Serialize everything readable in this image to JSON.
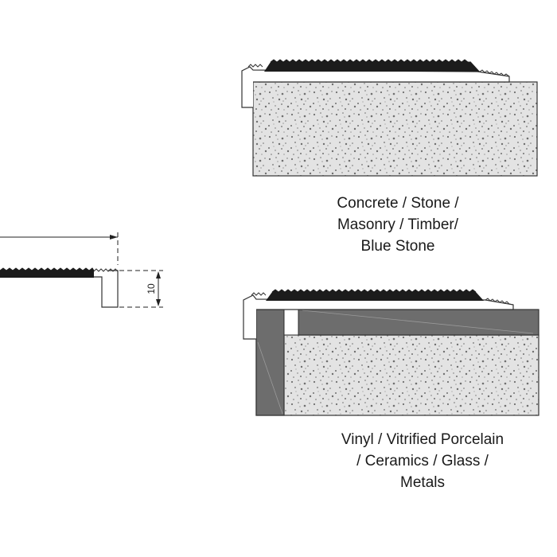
{
  "diagram": {
    "colors": {
      "stone_fill": "#e3e3e3",
      "speckle": "#6f6f6f",
      "tile_fill": "#6d6d6d",
      "insert_fill": "#1c1c1c",
      "outline": "#333333"
    },
    "dimension": {
      "value": "10"
    },
    "top_caption": {
      "lines": [
        "Concrete / Stone /",
        "Masonry / Timber/",
        "Blue Stone"
      ]
    },
    "bottom_caption": {
      "lines": [
        "Vinyl / Vitrified Porcelain",
        "/ Ceramics / Glass /",
        "Metals"
      ]
    }
  }
}
